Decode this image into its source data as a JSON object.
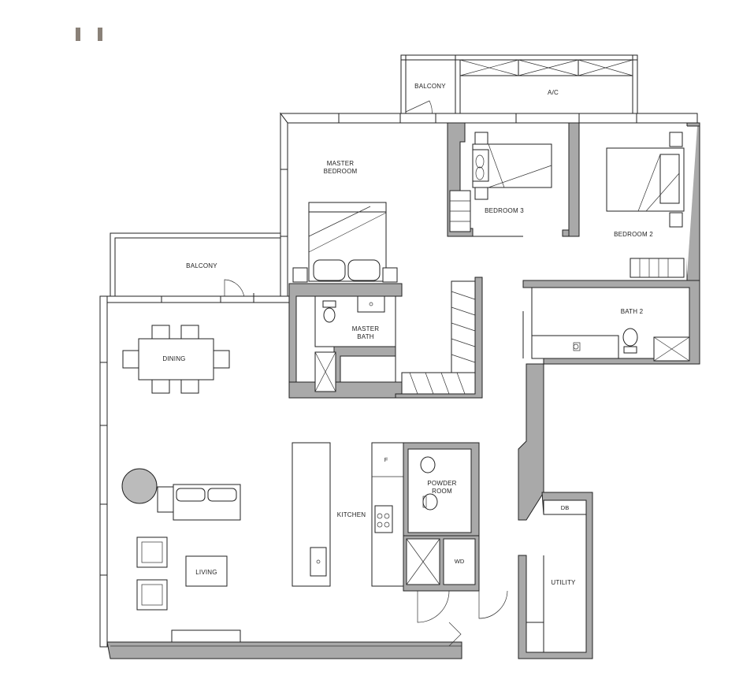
{
  "logo": {
    "color": "#8a8178"
  },
  "rooms": {
    "balcony_top": "BALCONY",
    "ac": "A/C",
    "master_bedroom_line1": "MASTER",
    "master_bedroom_line2": "BEDROOM",
    "bedroom3": "BEDROOM  3",
    "bedroom2": "BEDROOM  2",
    "balcony_left": "BALCONY",
    "dining": "DINING",
    "master_bath_line1": "MASTER",
    "master_bath_line2": "BATH",
    "bath2": "BATH  2",
    "fridge": "F",
    "powder_line1": "POWDER",
    "powder_line2": "ROOM",
    "kitchen": "KITCHEN",
    "db": "DB",
    "wd": "WD",
    "utility": "UTILITY",
    "living": "LIVING"
  },
  "colors": {
    "wall_fill": "#a9a9a9",
    "line": "#222222",
    "rug": "#bbbbbb"
  }
}
